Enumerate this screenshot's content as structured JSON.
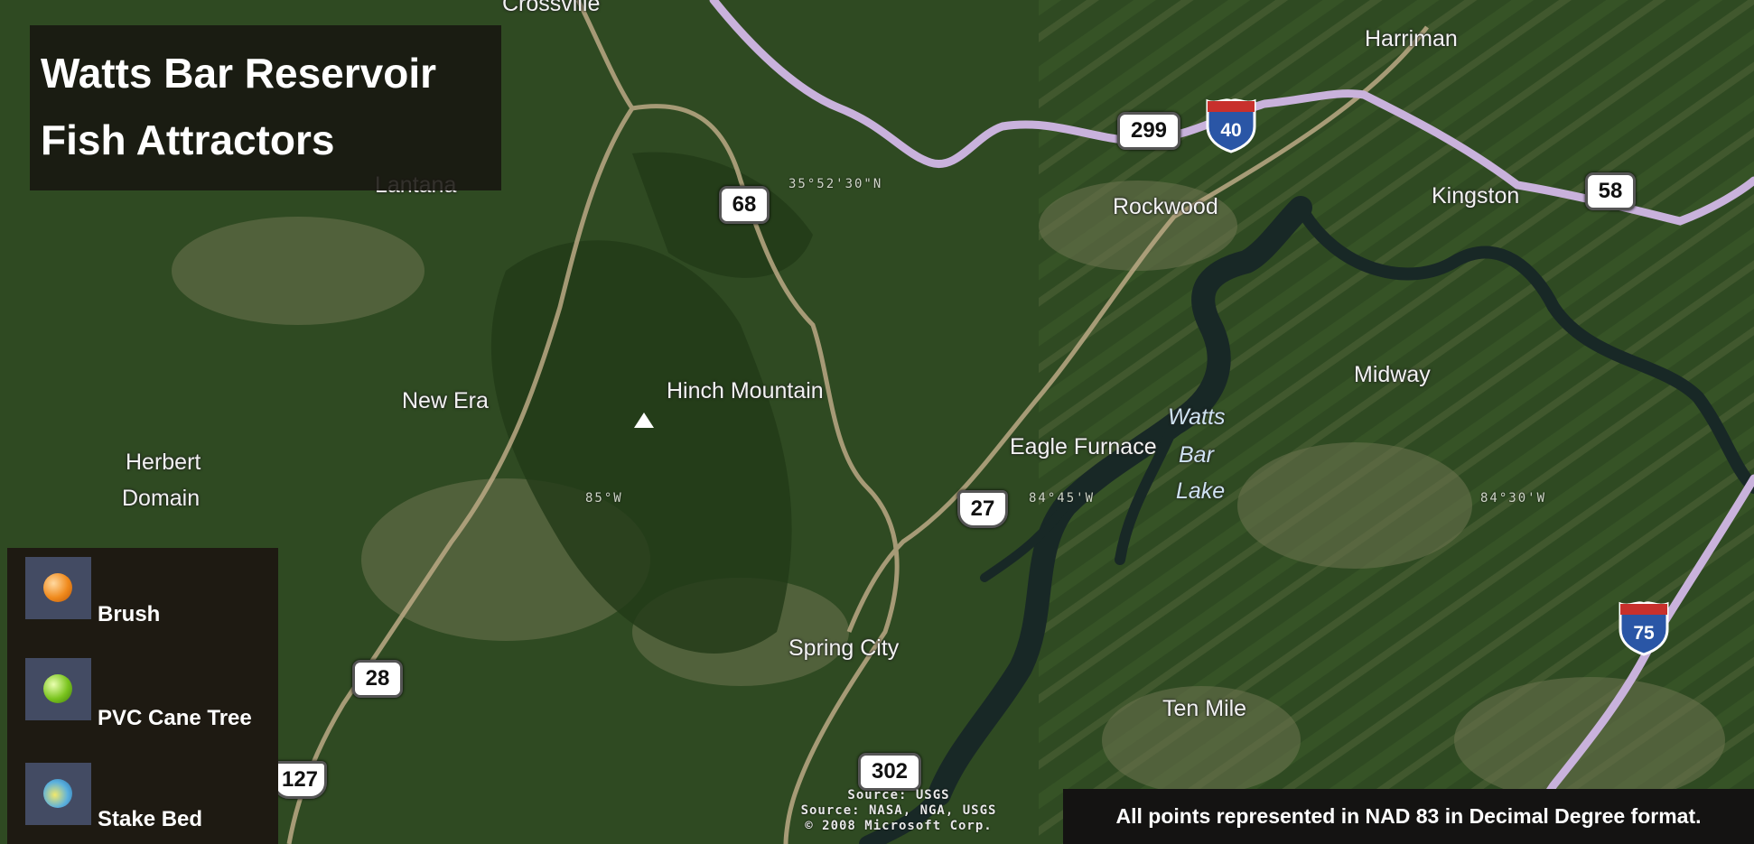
{
  "title": {
    "line1": "Watts Bar Reservoir",
    "line2": "Fish Attractors"
  },
  "places": {
    "crossville": "Crossville",
    "harriman": "Harriman",
    "lantana": "Lantana",
    "rockwood": "Rockwood",
    "kingston": "Kingston",
    "midway": "Midway",
    "new_era": "New Era",
    "hinch_mountain": "Hinch Mountain",
    "eagle_furnace": "Eagle Furnace",
    "lake_line1": "Watts",
    "lake_line2": "Bar",
    "lake_line3": "Lake",
    "herbert": "Herbert",
    "domain": "Domain",
    "spring_city": "Spring City",
    "ten_mile": "Ten Mile"
  },
  "coordinates": {
    "lat_label": "35°52'30\"N",
    "lon_85": "85°W",
    "lon_84_45": "84°45'W",
    "lon_84_30": "84°30'W"
  },
  "routes": {
    "sr68": "68",
    "sr299": "299",
    "i40": "40",
    "sr58": "58",
    "us27": "27",
    "sr28": "28",
    "us127": "127",
    "sr302": "302",
    "i75": "75"
  },
  "legend": {
    "items": [
      {
        "label": "Brush",
        "icon": "orange-dot-icon",
        "color": "#f08a1c"
      },
      {
        "label": "PVC Cane Tree",
        "icon": "green-dot-icon",
        "color": "#7ac41e"
      },
      {
        "label": "Stake Bed",
        "icon": "blue-dot-icon",
        "color": "#5ab0de"
      }
    ]
  },
  "credits": {
    "line1": "Source: USGS",
    "line2": "Source: NASA, NGA, USGS",
    "line3": "© 2008 Microsoft Corp."
  },
  "footer_note": "All points represented in NAD 83 in Decimal Degree format.",
  "colors": {
    "interstate": "#c9b2dc",
    "lake": "#1a2b2a",
    "forest": "#2f4a22"
  }
}
